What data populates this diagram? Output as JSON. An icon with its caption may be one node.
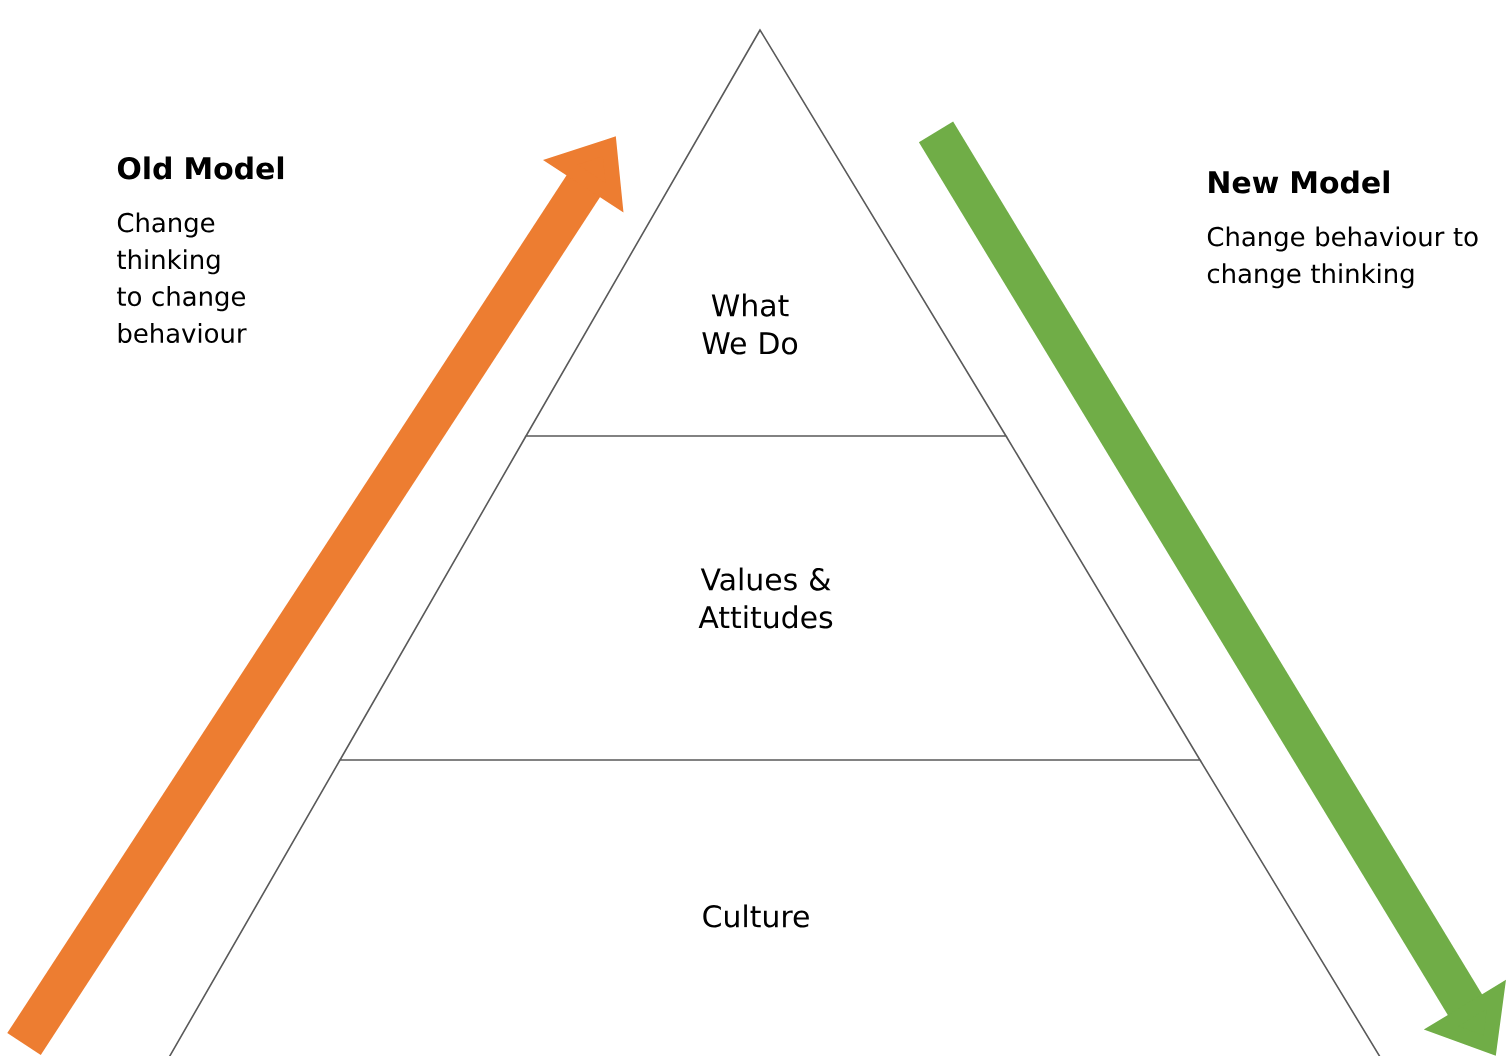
{
  "diagram": {
    "nodes": [
      {
        "text": [
          "What We Do"
        ]
      },
      {
        "text": [
          "Values & Attitudes"
        ]
      },
      {
        "text": [
          "Culture"
        ]
      }
    ],
    "edges": [],
    "labels": [
      "Old Model",
      "Change thinking to change behaviour",
      "New Model",
      "Change behaviour to change thinking"
    ]
  }
}
